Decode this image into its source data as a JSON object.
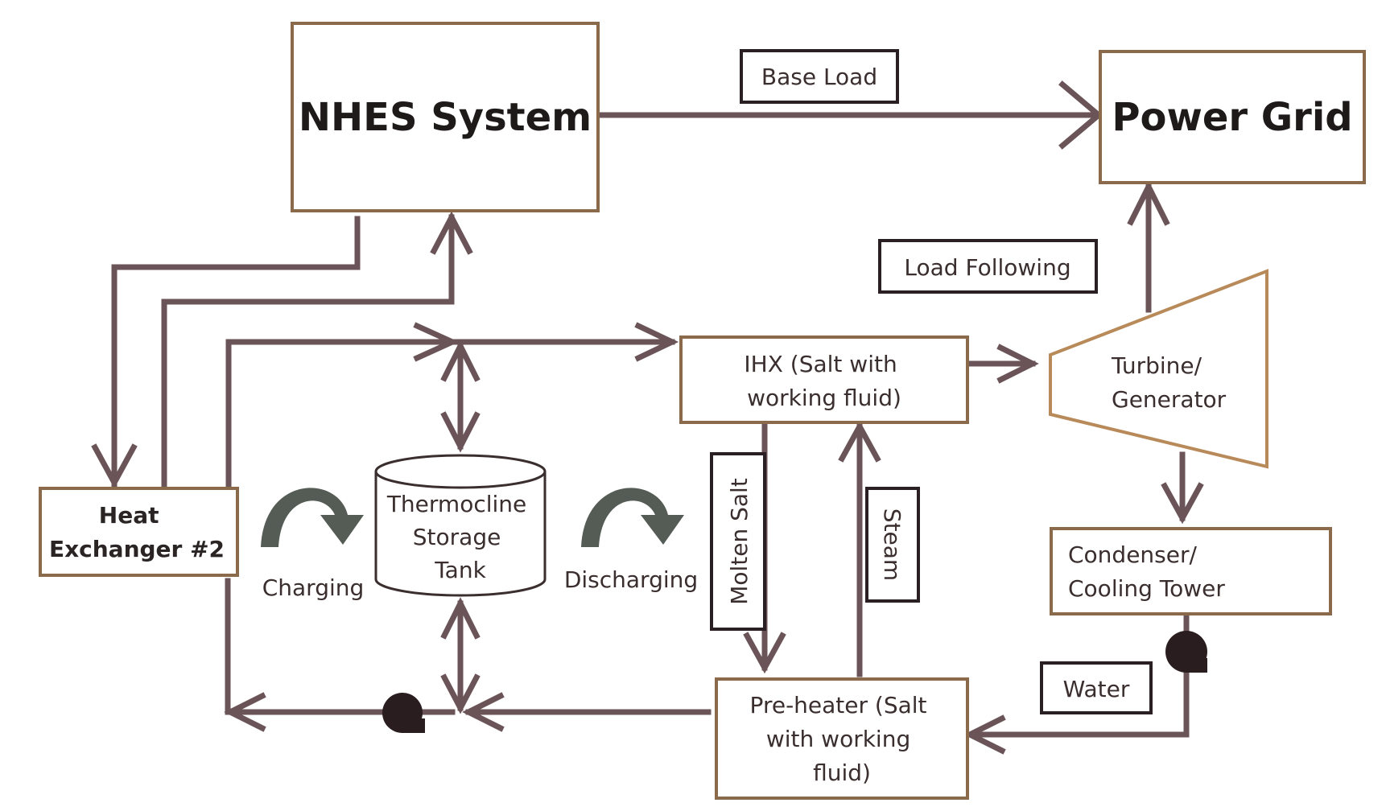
{
  "colors": {
    "flow_line": "#6b5457",
    "box_border_brown": "#8a6a4a",
    "box_border_dark": "#2a1f22",
    "turbine_border": "#b88a5a",
    "curved_arrow": "#555c55",
    "pump": "#2a1d1f"
  },
  "nodes": {
    "nhes": "NHES System",
    "grid": "Power Grid",
    "hx2": [
      "Heat",
      "Exchanger #2"
    ],
    "tank": [
      "Thermocline",
      "Storage",
      "Tank"
    ],
    "ihx": [
      "IHX (Salt with",
      "working fluid)"
    ],
    "turbine": [
      "Turbine/",
      "Generator"
    ],
    "condenser": [
      "Condenser/",
      "Cooling Tower"
    ],
    "preheater": [
      "Pre-heater (Salt",
      "with working",
      "fluid)"
    ]
  },
  "labels": {
    "base_load": "Base Load",
    "load_following": "Load Following",
    "molten_salt": "Molten Salt",
    "steam": "Steam",
    "water": "Water",
    "charging": "Charging",
    "discharging": "Discharging"
  }
}
